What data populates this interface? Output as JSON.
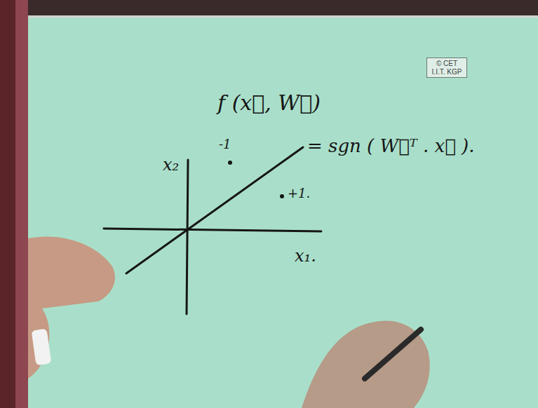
{
  "diagram": {
    "nodes": [
      {
        "text": [
          "© CET I.I.T. KGP"
        ]
      }
    ],
    "labels": [
      "f (x⃗, W⃗)",
      "= sgn ( W⃗ᵀ . x⃗ ).",
      "x₂",
      "x₁.",
      "-1",
      "+1."
    ]
  }
}
